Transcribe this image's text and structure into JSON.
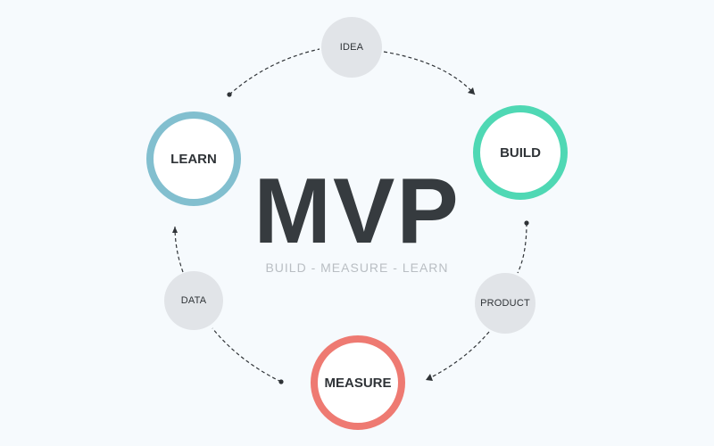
{
  "diagram": {
    "title": "MVP",
    "subtitle": "BUILD - MEASURE - LEARN",
    "nodes": {
      "idea": "IDEA",
      "build": "BUILD",
      "product": "PRODUCT",
      "measure": "MEASURE",
      "data": "DATA",
      "learn": "LEARN"
    },
    "colors": {
      "background": "#f6fafd",
      "build": "#4fd8b4",
      "measure": "#ee7a72",
      "learn": "#82bfcf",
      "small_node": "#e1e4e8",
      "title": "#363b3f",
      "subtitle": "#b9bec3",
      "connector": "#2f3337"
    }
  }
}
